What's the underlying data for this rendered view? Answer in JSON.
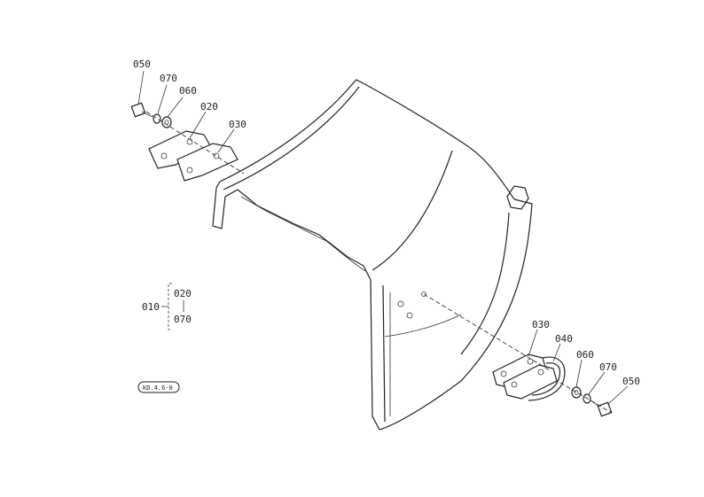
{
  "labels": {
    "upper_050": "050",
    "upper_070": "070",
    "upper_060": "060",
    "upper_020": "020",
    "upper_030": "030",
    "assy_010": "010",
    "assy_020": "020",
    "assy_070": "070",
    "lower_030": "030",
    "lower_040": "040",
    "lower_060": "060",
    "lower_070": "070",
    "lower_050": "050"
  },
  "figure_code": "KD.4.6-0"
}
